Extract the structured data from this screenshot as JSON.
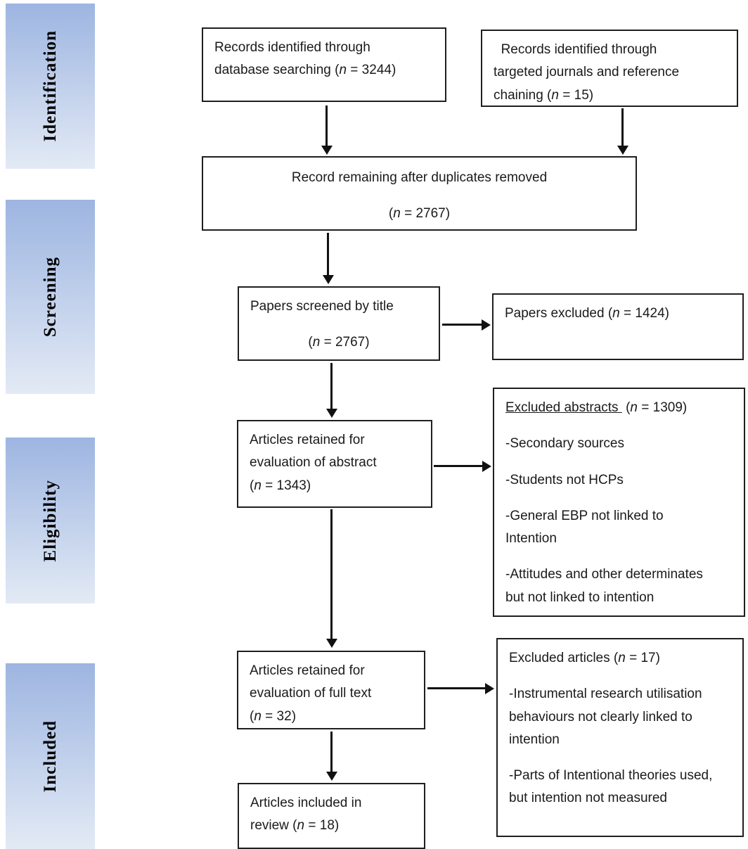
{
  "colors": {
    "stage_top": "#9db5e1",
    "stage_bottom": "#e3eaf5",
    "border": "#1f1f1f",
    "arrow": "#111111",
    "text": "#1a1a1a",
    "bg": "#ffffff"
  },
  "stages": [
    {
      "label": "Identification"
    },
    {
      "label": "Screening"
    },
    {
      "label": "Eligibility"
    },
    {
      "label": "Included"
    }
  ],
  "boxes": {
    "db_search": {
      "paras": [
        {
          "align": "left",
          "runs": [
            {
              "t": "Records identified through\ndatabase searching ("
            },
            {
              "t": "n",
              "i": true
            },
            {
              "t": " = 3244)"
            }
          ]
        }
      ]
    },
    "targeted": {
      "paras": [
        {
          "align": "left",
          "runs": [
            {
              "t": "  Records identified through\ntargeted journals and reference\nchaining ("
            },
            {
              "t": "n",
              "i": true
            },
            {
              "t": " = 15)"
            }
          ]
        }
      ]
    },
    "dedup": {
      "paras": [
        {
          "align": "center",
          "runs": [
            {
              "t": "Record remaining after duplicates removed"
            }
          ]
        },
        {
          "align": "center",
          "runs": [
            {
              "t": "("
            },
            {
              "t": "n",
              "i": true
            },
            {
              "t": " = 2767)"
            }
          ]
        }
      ]
    },
    "screened_title": {
      "paras": [
        {
          "align": "left",
          "runs": [
            {
              "t": "Papers screened by title"
            }
          ]
        },
        {
          "align": "center",
          "runs": [
            {
              "t": "("
            },
            {
              "t": "n",
              "i": true
            },
            {
              "t": " = 2767)"
            }
          ]
        }
      ]
    },
    "papers_excluded": {
      "paras": [
        {
          "align": "left",
          "runs": [
            {
              "t": "Papers excluded ("
            },
            {
              "t": "n",
              "i": true
            },
            {
              "t": " = 1424)"
            }
          ]
        }
      ]
    },
    "abstract_eval": {
      "paras": [
        {
          "align": "left",
          "runs": [
            {
              "t": "Articles retained for\nevaluation of abstract\n("
            },
            {
              "t": "n",
              "i": true
            },
            {
              "t": " = 1343)"
            }
          ]
        }
      ]
    },
    "excluded_abstracts": {
      "paras": [
        {
          "align": "left",
          "runs": [
            {
              "t": "Excluded abstracts ",
              "u": true
            },
            {
              "t": " ("
            },
            {
              "t": "n",
              "i": true
            },
            {
              "t": " = 1309)"
            }
          ]
        },
        {
          "align": "left",
          "runs": [
            {
              "t": "-Secondary sources"
            }
          ]
        },
        {
          "align": "left",
          "runs": [
            {
              "t": "-Students not HCPs"
            }
          ]
        },
        {
          "align": "left",
          "runs": [
            {
              "t": "-General EBP not linked to\nIntention"
            }
          ]
        },
        {
          "align": "left",
          "runs": [
            {
              "t": "-Attitudes and other determinates\nbut not linked to intention"
            }
          ]
        }
      ]
    },
    "fulltext_eval": {
      "paras": [
        {
          "align": "left",
          "runs": [
            {
              "t": "Articles retained for\nevaluation of full text\n("
            },
            {
              "t": "n",
              "i": true
            },
            {
              "t": " = 32)"
            }
          ]
        }
      ]
    },
    "excluded_articles": {
      "paras": [
        {
          "align": "left",
          "runs": [
            {
              "t": "Excluded articles ("
            },
            {
              "t": "n",
              "i": true
            },
            {
              "t": " = 17)"
            }
          ]
        },
        {
          "align": "left",
          "runs": [
            {
              "t": "-Instrumental research utilisation\nbehaviours not clearly linked to\nintention"
            }
          ]
        },
        {
          "align": "left",
          "runs": [
            {
              "t": "-Parts of Intentional theories used,\nbut intention not measured"
            }
          ]
        }
      ]
    },
    "included_review": {
      "paras": [
        {
          "align": "left",
          "runs": [
            {
              "t": "Articles included in\nreview ("
            },
            {
              "t": "n",
              "i": true
            },
            {
              "t": " = 18)"
            }
          ]
        }
      ]
    }
  }
}
